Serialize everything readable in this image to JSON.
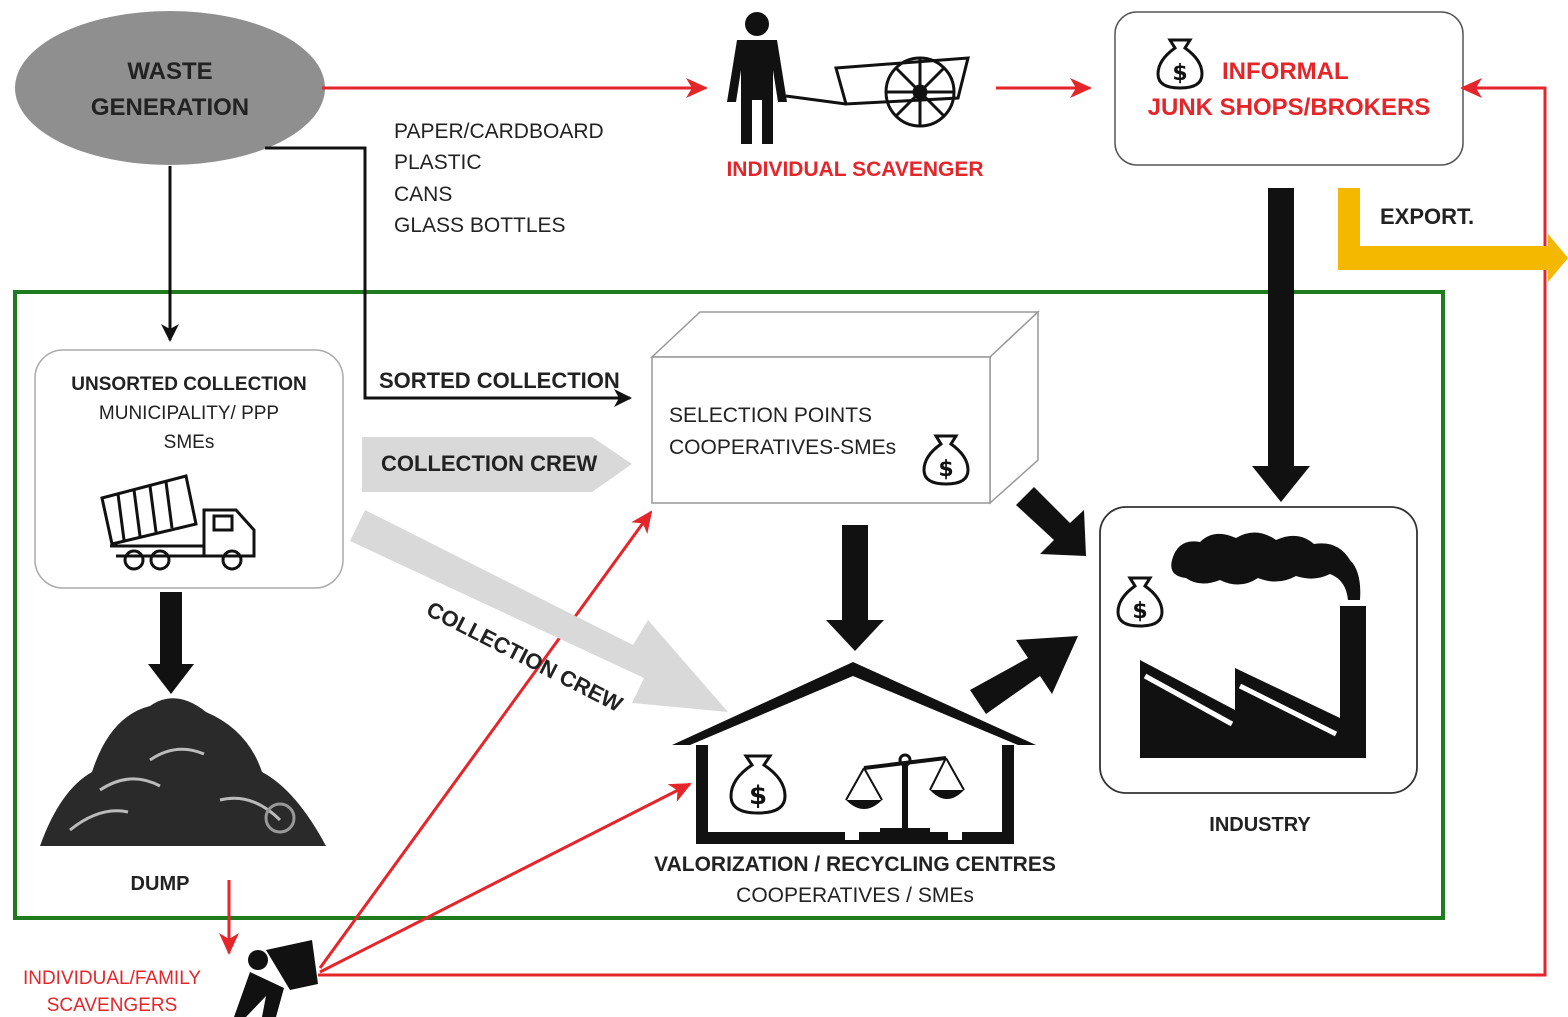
{
  "waste_generation": {
    "line1": "WASTE",
    "line2": "GENERATION"
  },
  "materials": [
    "PAPER/CARDBOARD",
    "PLASTIC",
    "CANS",
    "GLASS BOTTLES"
  ],
  "individual_scavenger": "INDIVIDUAL SCAVENGER",
  "informal": {
    "line1": "INFORMAL",
    "line2": "JUNK SHOPS/BROKERS"
  },
  "export": "EXPORT.",
  "unsorted": {
    "title": "UNSORTED COLLECTION",
    "line2": "MUNICIPALITY/ PPP",
    "line3": "SMEs"
  },
  "sorted_collection": "SORTED COLLECTION",
  "collection_crew_1": "COLLECTION CREW",
  "collection_crew_2": "COLLECTION CREW",
  "selection": {
    "line1": "SELECTION POINTS",
    "line2": "COOPERATIVES-SMEs"
  },
  "industry": "INDUSTRY",
  "dump": "DUMP",
  "valorization": {
    "title": "VALORIZATION / RECYCLING CENTRES",
    "subtitle": "COOPERATIVES / SMEs"
  },
  "family_scavengers": {
    "line1": "INDIVIDUAL/FAMILY",
    "line2": "SCAVENGERS"
  },
  "colors": {
    "red": "#e4262b",
    "green": "#1e7b1e",
    "gold": "#f5b800",
    "black": "#111111",
    "grey_ellipse": "#8f8f8f",
    "grey_arrow": "#d9d9d9"
  }
}
